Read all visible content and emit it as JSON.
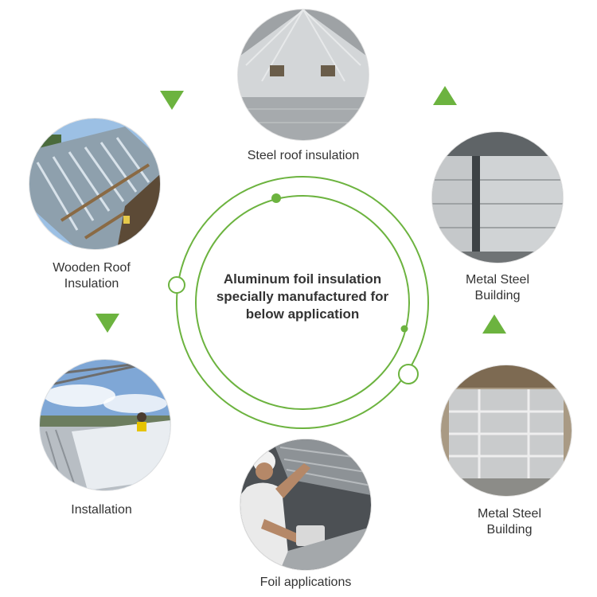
{
  "center_title_lines": [
    "Aluminum foil insulation",
    "specially manufactured for",
    "below application"
  ],
  "items": [
    {
      "label_lines": [
        "Steel roof insulation"
      ]
    },
    {
      "label_lines": [
        "Metal Steel",
        "Building"
      ]
    },
    {
      "label_lines": [
        "Metal Steel",
        "Building"
      ]
    },
    {
      "label_lines": [
        "Foil applications"
      ]
    },
    {
      "label_lines": [
        "Installation"
      ]
    },
    {
      "label_lines": [
        "Wooden Roof",
        "Insulation"
      ]
    }
  ],
  "colors": {
    "accent": "#6cb33f",
    "text": "#333333"
  }
}
